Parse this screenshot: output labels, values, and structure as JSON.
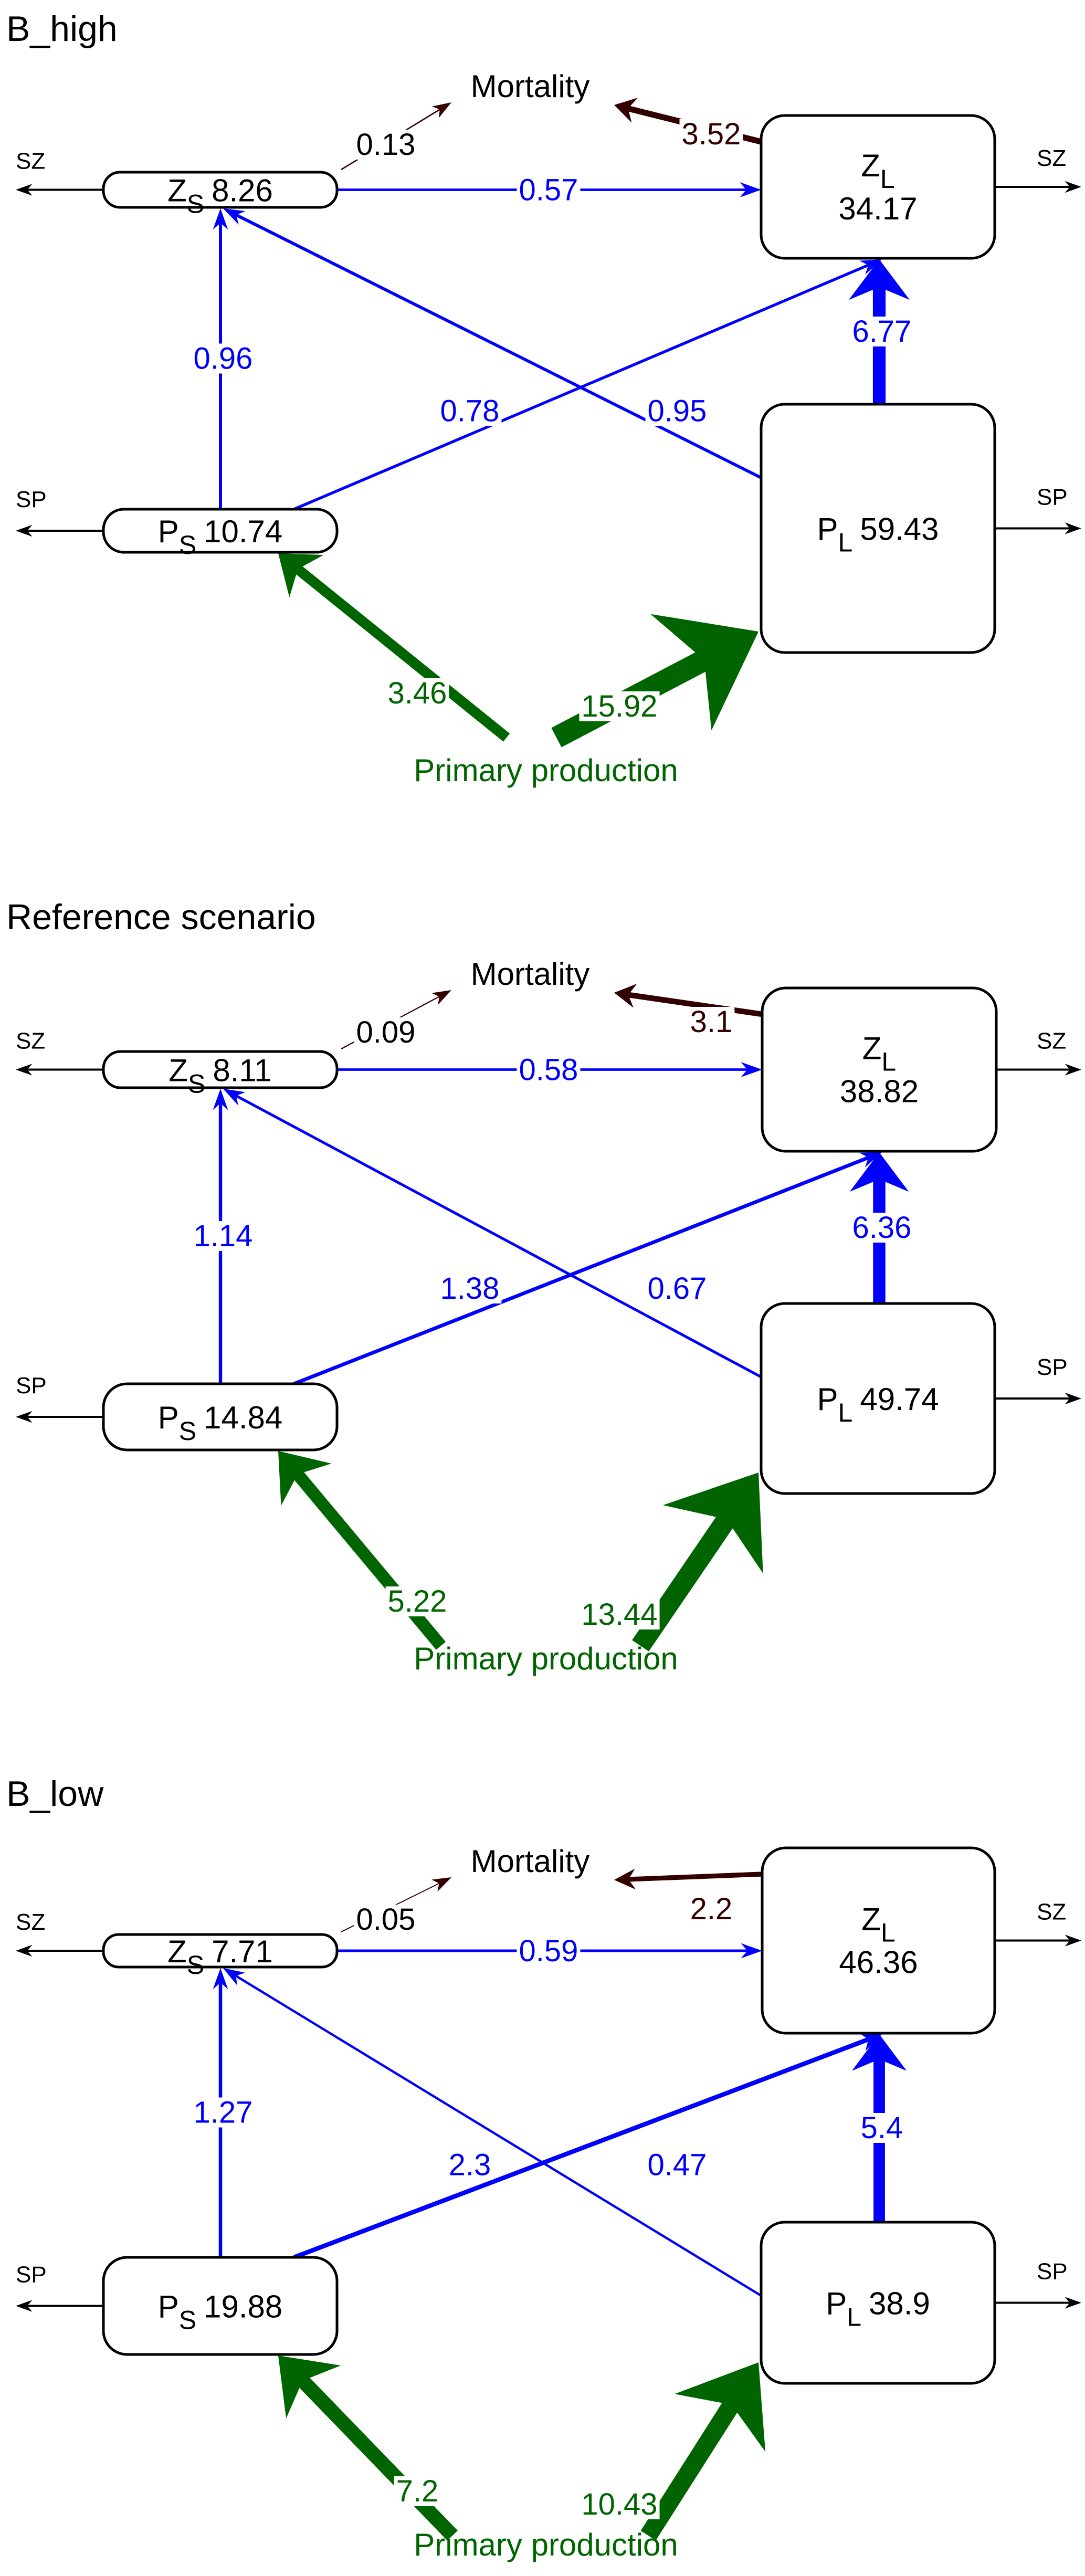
{
  "figure": {
    "type": "food-web flow diagram",
    "colors": {
      "grazing": "#0000ff",
      "mortality": "#330000",
      "primary_production": "#006400",
      "node_stroke": "#000000",
      "text": "#000000"
    },
    "labels": {
      "mortality": "Mortality",
      "primary_production": "Primary production",
      "sz": "SZ",
      "sp": "SP"
    },
    "panels": [
      {
        "title": "B_high",
        "nodes": {
          "ZS": {
            "main": "Z",
            "sub": "S",
            "value": "8.26"
          },
          "ZL": {
            "main": "Z",
            "sub": "L",
            "value": "34.17"
          },
          "PS": {
            "main": "P",
            "sub": "S",
            "value": "10.74"
          },
          "PL": {
            "main": "P",
            "sub": "L",
            "value": "59.43"
          }
        },
        "flows": {
          "ZS_to_mortality": "0.13",
          "ZL_to_mortality": "3.52",
          "ZS_to_ZL": "0.57",
          "PS_to_ZS": "0.96",
          "PS_to_ZL": "0.78",
          "PL_to_ZS": "0.95",
          "PL_to_ZL": "6.77",
          "PP_to_PS": "3.46",
          "PP_to_PL": "15.92"
        }
      },
      {
        "title": "Reference scenario",
        "nodes": {
          "ZS": {
            "main": "Z",
            "sub": "S",
            "value": "8.11"
          },
          "ZL": {
            "main": "Z",
            "sub": "L",
            "value": "38.82"
          },
          "PS": {
            "main": "P",
            "sub": "S",
            "value": "14.84"
          },
          "PL": {
            "main": "P",
            "sub": "L",
            "value": "49.74"
          }
        },
        "flows": {
          "ZS_to_mortality": "0.09",
          "ZL_to_mortality": "3.1",
          "ZS_to_ZL": "0.58",
          "PS_to_ZS": "1.14",
          "PS_to_ZL": "1.38",
          "PL_to_ZS": "0.67",
          "PL_to_ZL": "6.36",
          "PP_to_PS": "5.22",
          "PP_to_PL": "13.44"
        }
      },
      {
        "title": "B_low",
        "nodes": {
          "ZS": {
            "main": "Z",
            "sub": "S",
            "value": "7.71"
          },
          "ZL": {
            "main": "Z",
            "sub": "L",
            "value": "46.36"
          },
          "PS": {
            "main": "P",
            "sub": "S",
            "value": "19.88"
          },
          "PL": {
            "main": "P",
            "sub": "L",
            "value": "38.9"
          }
        },
        "flows": {
          "ZS_to_mortality": "0.05",
          "ZL_to_mortality": "2.2",
          "ZS_to_ZL": "0.59",
          "PS_to_ZS": "1.27",
          "PS_to_ZL": "2.3",
          "PL_to_ZS": "0.47",
          "PL_to_ZL": "5.4",
          "PP_to_PS": "7.2",
          "PP_to_PL": "10.43"
        }
      }
    ]
  }
}
